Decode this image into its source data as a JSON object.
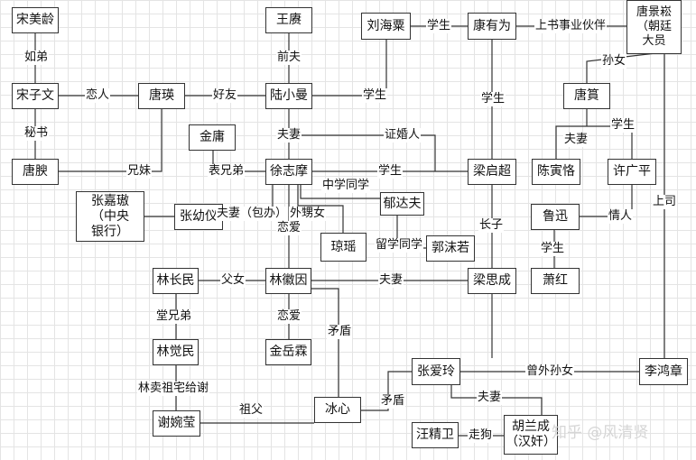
{
  "nodes": {
    "song_meiling": "宋美龄",
    "song_ziwen": "宋子文",
    "tang_na": "唐腴",
    "tang_ying": "唐瑛",
    "wang_geng": "王赓",
    "lu_xiaoman": "陆小曼",
    "liu_haisu": "刘海粟",
    "kang_youwei": "康有为",
    "tang_jingsong": "唐景崧\n（朝廷\n大员",
    "tang_yun": "唐篔",
    "chen_yinke": "陈寅恪",
    "xu_guangping": "许广平",
    "jin_yong": "金庸",
    "xu_zhimo": "徐志摩",
    "liang_qichao": "梁启超",
    "zhang_jiaao": "张嘉璈\n（中央\n银行）",
    "zhang_youyi": "张幼仪",
    "yu_dafu": "郁达夫",
    "qiong_yao": "琼瑶",
    "guo_moruo": "郭沫若",
    "lu_xun": "鲁迅",
    "xiao_hong": "萧红",
    "lin_changmin": "林长民",
    "lin_huiyin": "林徽因",
    "liang_sicheng": "梁思成",
    "lin_juemin": "林觉民",
    "jin_yuelin": "金岳霖",
    "zhang_ailing": "张爱玲",
    "li_hongzhang": "李鸿章",
    "xie_wanying": "谢婉莹",
    "bing_xin": "冰心",
    "wang_jingwei": "汪精卫",
    "hu_lancheng": "胡兰成\n（汉奸）"
  },
  "edges": {
    "rumei_di": "如弟",
    "lianren": "恋人",
    "haoyou": "好友",
    "qianfu": "前夫",
    "xuesheng_kang": "学生",
    "shangshu": "上书事业伙伴",
    "sunnu": "孙女",
    "xuesheng_lu_liu": "学生",
    "xuesheng_liang_kang": "学生",
    "mishu": "秘书",
    "fuqi_luxu": "夫妻",
    "zhenghunren": "证婚人",
    "xuesheng_chen": "学生",
    "fuqi_tangchen": "夫妻",
    "xiongmei": "兄妹",
    "biaoxiongdi": "表兄弟",
    "xuesheng_xu_liang": "学生",
    "zhongxue_tongxue": "中学同学",
    "fuqi_baoban": "夫妻（包办）",
    "waisheng_nu": "外甥女",
    "lianai_xulin": "恋爱",
    "qingren": "情人",
    "shangsi": "上司",
    "liuxue_tongxue": "留学同学",
    "zhangzi": "长子",
    "xuesheng_xiao": "学生",
    "funu": "父女",
    "fuqi_linliang": "夫妻",
    "tangxiongdi": "堂兄弟",
    "liandi": "恋爱",
    "maodun_1": "矛盾",
    "lin_zuzhai": "林卖祖宅给谢",
    "zengwai_sunnu": "曾外孙女",
    "fuqi_zhanghu": "夫妻",
    "maodun_2": "矛盾",
    "zufu": "祖父",
    "zougou": "走狗"
  },
  "watermark": "知乎 @风清贤"
}
